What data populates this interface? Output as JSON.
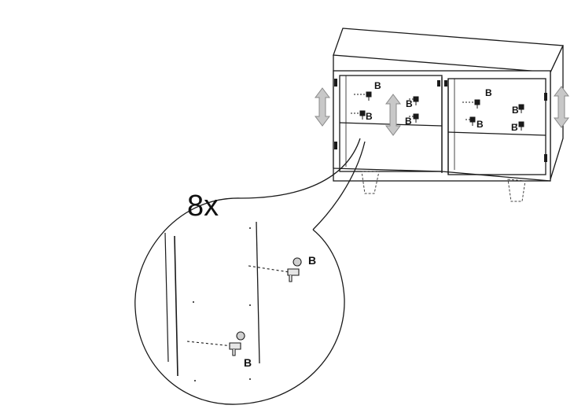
{
  "quantity": "8x",
  "part_label": "B",
  "colors": {
    "line": "#1a1a1a",
    "arrow_fill": "#c8c8c8",
    "arrow_stroke": "#8a8a8a",
    "background": "#ffffff"
  },
  "icons": [
    "up-down-arrow-icon",
    "shelf-support-pin-icon",
    "magnifier-callout"
  ]
}
